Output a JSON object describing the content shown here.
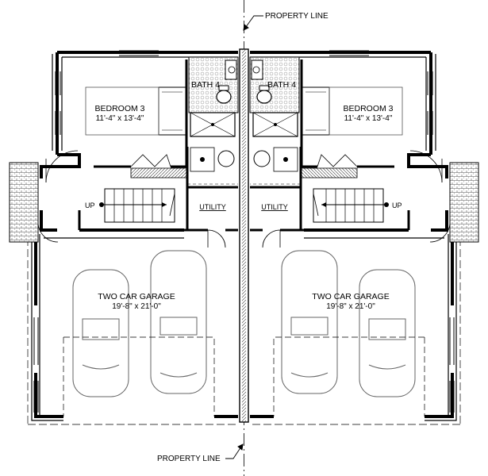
{
  "property_line_top": "PROPERTY LINE",
  "property_line_bottom": "PROPERTY LINE",
  "left_unit": {
    "bath": "BATH 4",
    "bedroom": "BEDROOM 3",
    "bedroom_dim": "11'-4\" x 13'-4\"",
    "utility": "UTILITY",
    "stair_label": "UP",
    "garage": "TWO CAR GARAGE",
    "garage_dim": "19'-8\" x 21'-0\""
  },
  "right_unit": {
    "bath": "BATH 4",
    "bedroom": "BEDROOM 3",
    "bedroom_dim": "11'-4\" x 13'-4\"",
    "utility": "UTILITY",
    "stair_label": "UP",
    "garage": "TWO CAR GARAGE",
    "garage_dim": "19'-8\" x 21'-0\""
  },
  "colors": {
    "line": "#000000",
    "background": "#ffffff",
    "tile": "#bdbdbd"
  }
}
